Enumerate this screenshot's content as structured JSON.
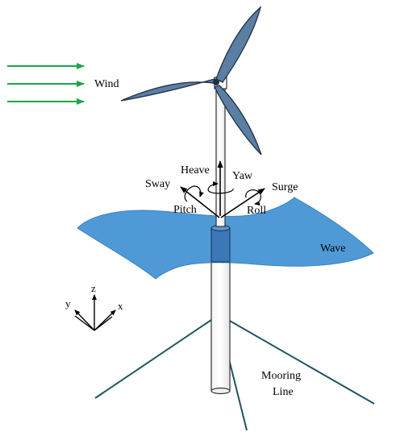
{
  "labels": {
    "wind": "Wind",
    "heave": "Heave",
    "yaw": "Yaw",
    "sway": "Sway",
    "surge": "Surge",
    "pitch": "Pitch",
    "roll": "Roll",
    "wave": "Wave",
    "mooring_line_1": "Mooring",
    "mooring_line_2": "Line",
    "axis_x": "x",
    "axis_y": "y",
    "axis_z": "z"
  },
  "colors": {
    "wind_arrows": "#1aa64a",
    "blades": "#5b7fa3",
    "blade_outline": "#1f2f44",
    "water": "#4f9ad6",
    "mooring": "#1f5560",
    "tower_fill": "#ffffff",
    "tower_outline": "#333333",
    "spar_fill": "#3a78b8",
    "text": "#000000"
  }
}
